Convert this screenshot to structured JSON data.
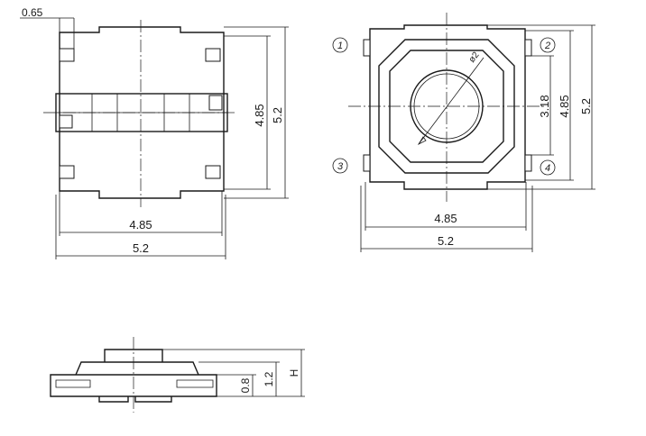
{
  "left_view": {
    "lead_width": "0.65",
    "height_inner": "4.85",
    "height_outer": "5.2",
    "width_inner": "4.85",
    "width_outer": "5.2"
  },
  "right_view": {
    "pin_labels": [
      "1",
      "2",
      "3",
      "4"
    ],
    "diameter": "ø2",
    "pin_pitch": "3.18",
    "height_inner": "4.85",
    "height_outer": "5.2",
    "width_inner": "4.85",
    "width_outer": "5.2"
  },
  "side_view": {
    "base_height": "0.8",
    "total_height": "1.2",
    "h_label": "H"
  }
}
